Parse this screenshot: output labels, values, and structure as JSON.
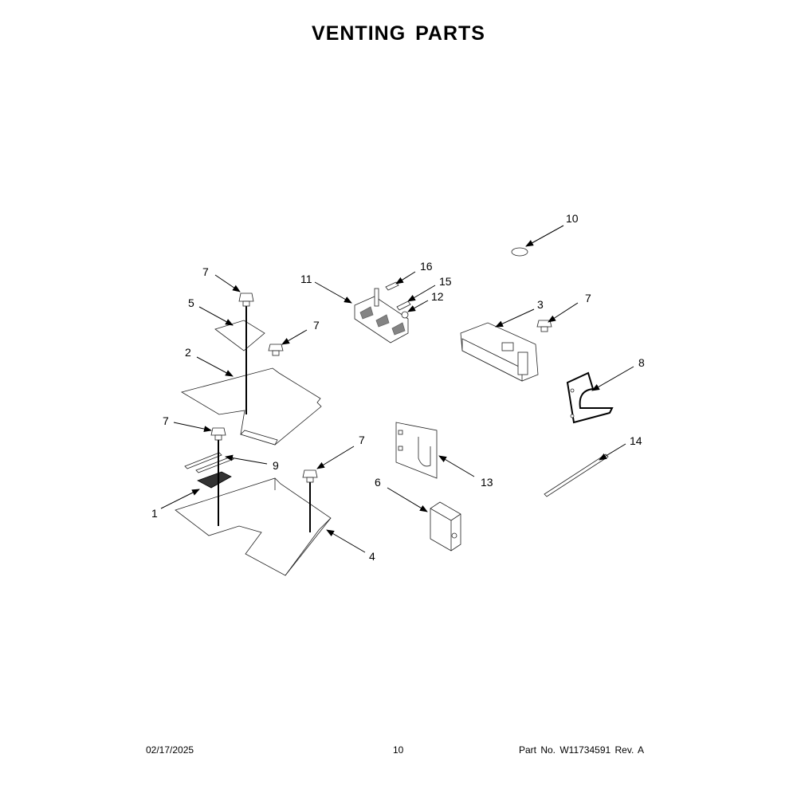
{
  "title": "VENTING PARTS",
  "callouts": {
    "c1": "1",
    "c2": "2",
    "c3": "3",
    "c4": "4",
    "c5": "5",
    "c6": "6",
    "c7a": "7",
    "c7b": "7",
    "c7c": "7",
    "c7d": "7",
    "c7e": "7",
    "c8": "8",
    "c9": "9",
    "c10": "10",
    "c11": "11",
    "c12": "12",
    "c13": "13",
    "c14": "14",
    "c15": "15",
    "c16": "16"
  },
  "footer": {
    "date": "02/17/2025",
    "page": "10",
    "part": "Part No.  W11734591  Rev.  A"
  }
}
